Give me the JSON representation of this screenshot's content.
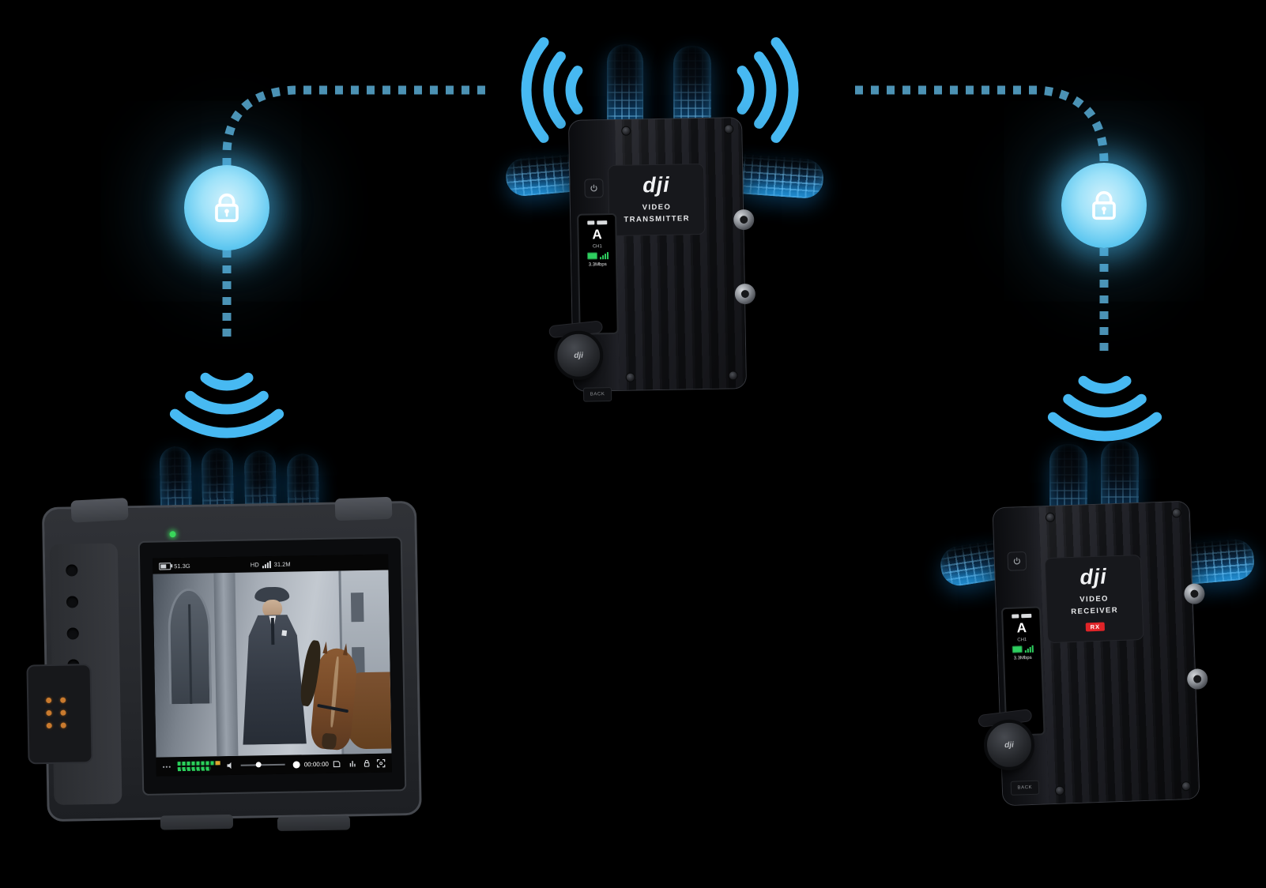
{
  "colors": {
    "background": "#000000",
    "accent_cyan": "#47b9f2",
    "dotted_line": "#4c92b4",
    "lock_glow": "#5ec7f0",
    "rx_badge_red": "#e02428",
    "led_green": "#39d65a",
    "meter_green": "#2bd05b",
    "antenna_glow_blue": "#1387cf"
  },
  "transmitter": {
    "brand": "dji",
    "label_line1": "VIDEO",
    "label_line2": "TRANSMITTER",
    "screen": {
      "channel": "A",
      "channel_label": "CH1",
      "bitrate": "3.3Mbps"
    },
    "back_label": "BACK"
  },
  "receiver": {
    "brand": "dji",
    "label_line1": "VIDEO",
    "label_line2": "RECEIVER",
    "badge": "RX",
    "screen": {
      "channel": "A",
      "channel_label": "CH1",
      "bitrate": "3.3Mbps"
    },
    "back_label": "BACK"
  },
  "monitor": {
    "status_bar": {
      "storage": "51.3G",
      "format": "HD",
      "bitrate": "31.2M"
    },
    "control_bar": {
      "menu": "•••",
      "timecode": "00:00:00"
    }
  },
  "icons": {
    "lock": "padlock-outline-in-glowing-circle",
    "wifi": "three-arc-signal",
    "power": "power-symbol",
    "record": "filled-circle",
    "battery": "battery-outline",
    "signal": "ascending-bars",
    "sd_card": "card-outline",
    "audio_meters": "segmented-green-bars",
    "focus": "corner-frame"
  }
}
